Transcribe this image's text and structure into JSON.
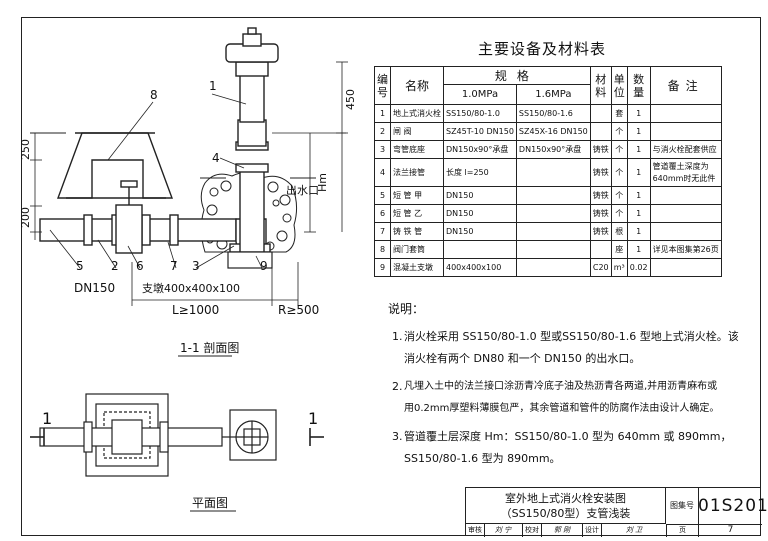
{
  "section_labels": {
    "title": "1-1 剖面图",
    "plan_title": "平面图",
    "cut_left": "1",
    "cut_right": "1"
  },
  "callouts": [
    "1",
    "2",
    "3",
    "4",
    "5",
    "6",
    "7",
    "8",
    "9"
  ],
  "dimensions": {
    "d450": "450",
    "hm": "Hm",
    "d250": "250",
    "d200": "200",
    "outlet": "出水口",
    "dn150": "DN150",
    "support": "支墩400x400x100",
    "length": "L≥1000",
    "radius": "R≥500"
  },
  "table": {
    "title": "主要设备及材料表",
    "headers": {
      "no": "编号",
      "name": "名称",
      "spec": "规格",
      "spec_a": "1.0MPa",
      "spec_b": "1.6MPa",
      "material": "材料",
      "unit": "单位",
      "qty": "数量",
      "remark": "备注"
    },
    "rows": [
      {
        "no": "1",
        "name": "地上式消火栓",
        "spec_a": "SS150/80-1.0",
        "spec_b": "SS150/80-1.6",
        "material": "",
        "unit": "套",
        "qty": "1",
        "remark": ""
      },
      {
        "no": "2",
        "name": "闸 阀",
        "spec_a": "SZ45T-10 DN150",
        "spec_b": "SZ45X-16 DN150",
        "material": "",
        "unit": "个",
        "qty": "1",
        "remark": ""
      },
      {
        "no": "3",
        "name": "弯管底座",
        "spec_a": "DN150x90°承盘",
        "spec_b": "DN150x90°承盘",
        "material": "铸铁",
        "unit": "个",
        "qty": "1",
        "remark": "与消火栓配套供应"
      },
      {
        "no": "4",
        "name": "法兰接管",
        "spec_a": "长度 l=250",
        "spec_b": "",
        "material": "铸铁",
        "unit": "个",
        "qty": "1",
        "remark": "管道覆土深度为 640mm时无此件"
      },
      {
        "no": "5",
        "name": "短 管 甲",
        "spec_a": "DN150",
        "spec_b": "",
        "material": "铸铁",
        "unit": "个",
        "qty": "1",
        "remark": ""
      },
      {
        "no": "6",
        "name": "短 管 乙",
        "spec_a": "DN150",
        "spec_b": "",
        "material": "铸铁",
        "unit": "个",
        "qty": "1",
        "remark": ""
      },
      {
        "no": "7",
        "name": "铸 铁 管",
        "spec_a": "DN150",
        "spec_b": "",
        "material": "铸铁",
        "unit": "根",
        "qty": "1",
        "remark": ""
      },
      {
        "no": "8",
        "name": "阀门套筒",
        "spec_a": "",
        "spec_b": "",
        "material": "",
        "unit": "座",
        "qty": "1",
        "remark": "详见本图集第26页"
      },
      {
        "no": "9",
        "name": "混凝土支墩",
        "spec_a": "400x400x100",
        "spec_b": "",
        "material": "C20",
        "unit": "m³",
        "qty": "0.02",
        "remark": ""
      }
    ]
  },
  "notes": {
    "heading": "说明：",
    "items": [
      {
        "num": "1.",
        "lines": [
          "消火栓采用 SS150/80-1.0 型或SS150/80-1.6 型地上式消火栓。该",
          "消火栓有两个 DN80 和一个 DN150 的出水口。"
        ]
      },
      {
        "num": "2.",
        "lines": [
          "凡埋入土中的法兰接口涂沥青冷底子油及热沥青各两道,并用沥青麻布或",
          "用0.2mm厚塑料薄膜包严，其余管道和管件的防腐作法由设计人确定。"
        ]
      },
      {
        "num": "3.",
        "lines": [
          "管道覆土层深度 Hm：SS150/80-1.0 型为 640mm 或 890mm，",
          "SS150/80-1.6 型为 890mm。"
        ]
      }
    ]
  },
  "title_block": {
    "title_line1": "室外地上式消火栓安装图",
    "title_line2": "（SS150/80型）支管浅装",
    "set_label": "图集号",
    "set_no": "01S201",
    "review_label": "审核",
    "review_sig": "刘 宁",
    "check_label": "校对",
    "check_sig": "郭 刚",
    "design_label": "设计",
    "design_sig": "刘 卫",
    "page_label": "页",
    "page_no": "7"
  }
}
